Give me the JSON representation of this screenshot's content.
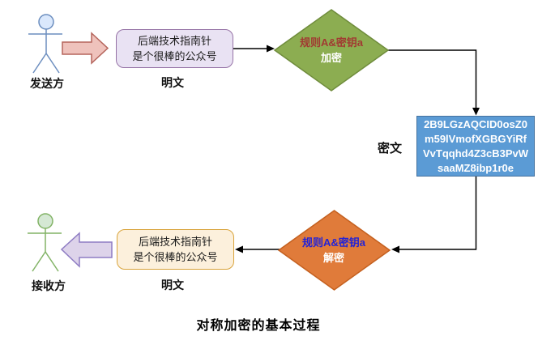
{
  "title": "对称加密的基本过程",
  "sender": {
    "label": "发送方"
  },
  "receiver": {
    "label": "接收方"
  },
  "plaintext_top": {
    "line1": "后端技术指南针",
    "line2": "是个很棒的公众号",
    "caption": "明文"
  },
  "plaintext_bottom": {
    "line1": "后端技术指南针",
    "line2": "是个很棒的公众号",
    "caption": "明文"
  },
  "encrypt": {
    "rule": "规则A&密钥a",
    "action": "加密"
  },
  "decrypt": {
    "rule": "规则A&密钥a",
    "action": "解密"
  },
  "ciphertext": {
    "caption": "密文",
    "lines": [
      "2B9LGzAQCID0osZ0",
      "m59lVmofXGBGYiRf",
      "VvTqqhd4Z3cB3PvW",
      "saaMZ8ibp1r0e"
    ]
  },
  "colors": {
    "encrypt_fill": "#8CAD51",
    "encrypt_stroke": "#6F8C3C",
    "decrypt_fill": "#E07B3A",
    "decrypt_stroke": "#C4601F",
    "ciphertext_fill": "#5B9BD5",
    "plaintext_top_fill": "#E9E2F3",
    "plaintext_top_border": "#9673A6",
    "plaintext_bottom_fill": "#FCF0DC",
    "plaintext_bottom_border": "#D9A43C",
    "send_arrow_fill": "#EFC2BC",
    "send_arrow_stroke": "#B5655C",
    "receive_arrow_fill": "#DDD3EA",
    "receive_arrow_stroke": "#8E7CC3",
    "sender_figure_stroke": "#6C8EBF",
    "sender_head_fill": "#DAE8FC",
    "receiver_figure_stroke": "#82B366",
    "receiver_head_fill": "#D5E8D4",
    "rule_text_encrypt": "#A13A32",
    "rule_text_decrypt": "#2323D6"
  }
}
